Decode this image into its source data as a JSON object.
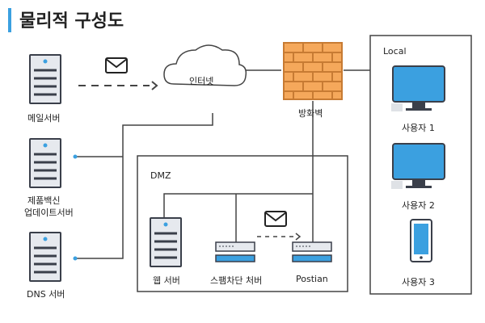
{
  "title": "물리적 구성도",
  "servers": {
    "mail": "메일서버",
    "product_update_line1": "제품백신",
    "product_update_line2": "업데이트서버",
    "dns": "DNS 서버"
  },
  "internet_label": "인터넷",
  "firewall_label": "방화벽",
  "dmz": {
    "label": "DMZ",
    "web_server": "웹 서버",
    "spam_server": "스팸차단 처버",
    "postian": "Postian"
  },
  "local": {
    "label": "Local",
    "user1": "사용자 1",
    "user2": "사용자 2",
    "user3": "사용자 3"
  },
  "colors": {
    "accent": "#3ba0e0",
    "server_body": "#e6e9ee",
    "server_border": "#3a3f4a",
    "firewall_brick": "#f5a85b",
    "firewall_mortar": "#c77b33",
    "monitor_screen": "#3ba0e0"
  }
}
